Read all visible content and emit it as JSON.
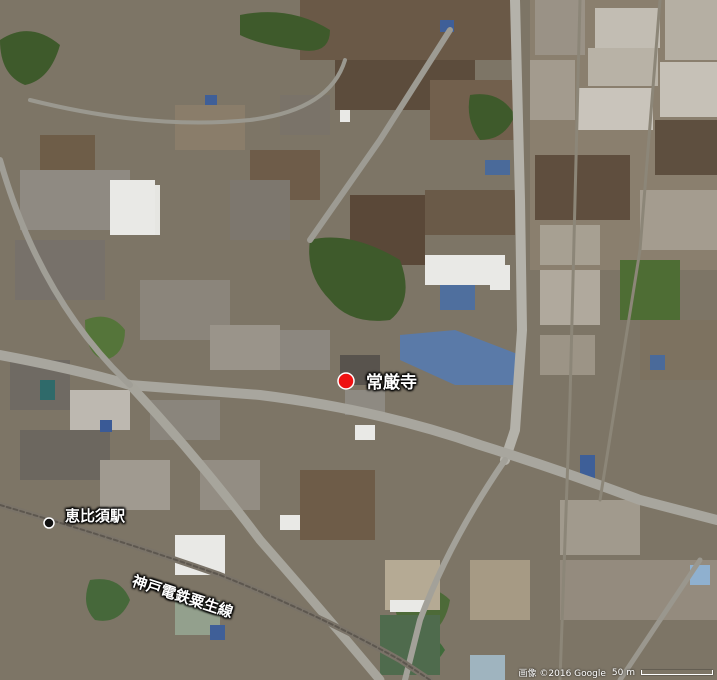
{
  "map": {
    "type": "satellite",
    "colors": {
      "vegetation": "#3f5a2c",
      "field_brown": "#6b5a45",
      "field_light": "#b9b3a8",
      "road": "#a9a9a3",
      "roof_blue": "#4a6c9c",
      "marker": "#ee1111"
    }
  },
  "labels": {
    "temple": "常厳寺",
    "station": "恵比須駅",
    "railway": "神戸電鉄粟生線"
  },
  "markers": {
    "temple_marker_icon": "red-dot-icon",
    "station_marker_icon": "black-dot-icon"
  },
  "attribution": {
    "imagery": "画像 ©2016 Google",
    "scale_label": "50 m"
  }
}
